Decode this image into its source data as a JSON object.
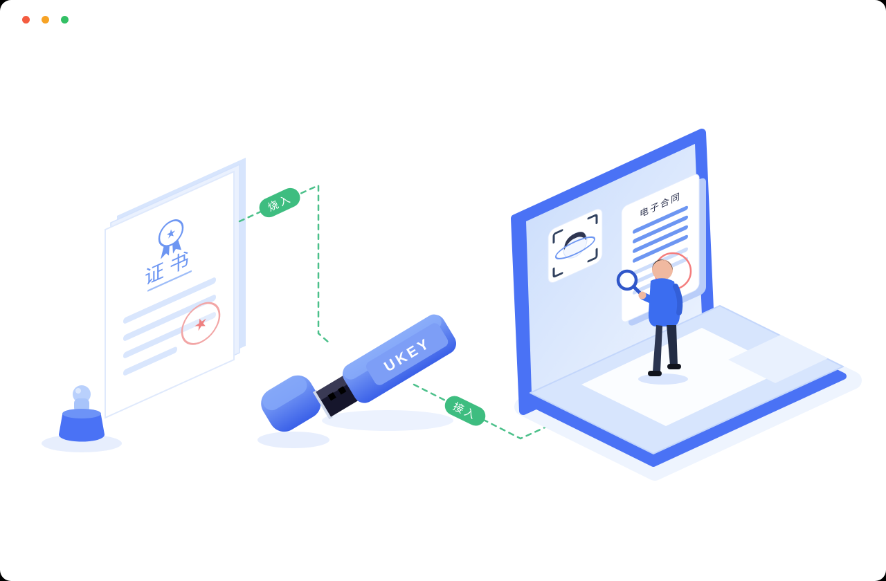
{
  "window": {
    "controls": [
      {
        "id": "close",
        "color": "#f45c40"
      },
      {
        "id": "minimize",
        "color": "#f7a325"
      },
      {
        "id": "zoom",
        "color": "#33c065"
      }
    ]
  },
  "illustration": {
    "certificate": {
      "title": "证书",
      "medal_star": "★",
      "seal_star": "★"
    },
    "flow_labels": {
      "burn_in": "烧入",
      "plug_in": "接入"
    },
    "ukey": {
      "label": "UKEY"
    },
    "screen": {
      "contract_title": "电子合同"
    },
    "colors": {
      "primary_blue": "#4a72f5",
      "usb_blue_dark": "#3a60e8",
      "usb_blue_light": "#89abf9",
      "light_blue": "#d9e6fd",
      "pale_blue": "#eef4fe",
      "accent_green": "#3ebd80",
      "seal_red": "#f2a5a5",
      "suit_blue": "#3b6df0",
      "skin": "#f0b9a0"
    },
    "icons": [
      "medal-icon",
      "red-seal-icon",
      "ink-stamp-icon",
      "usb-key-icon",
      "usb-cap-icon",
      "face-scan-icon",
      "magnifier-icon",
      "contract-doc-icon"
    ]
  }
}
